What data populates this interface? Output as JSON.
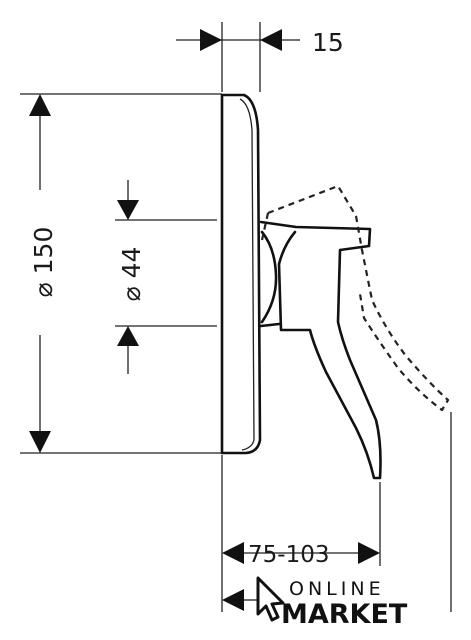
{
  "dimensions": {
    "top_width": "15",
    "outer_diameter": "⌀ 150",
    "inner_diameter": "⌀ 44",
    "projection": "75-103"
  },
  "watermark": {
    "line1": "ONLINE",
    "line2": "MARKET"
  }
}
